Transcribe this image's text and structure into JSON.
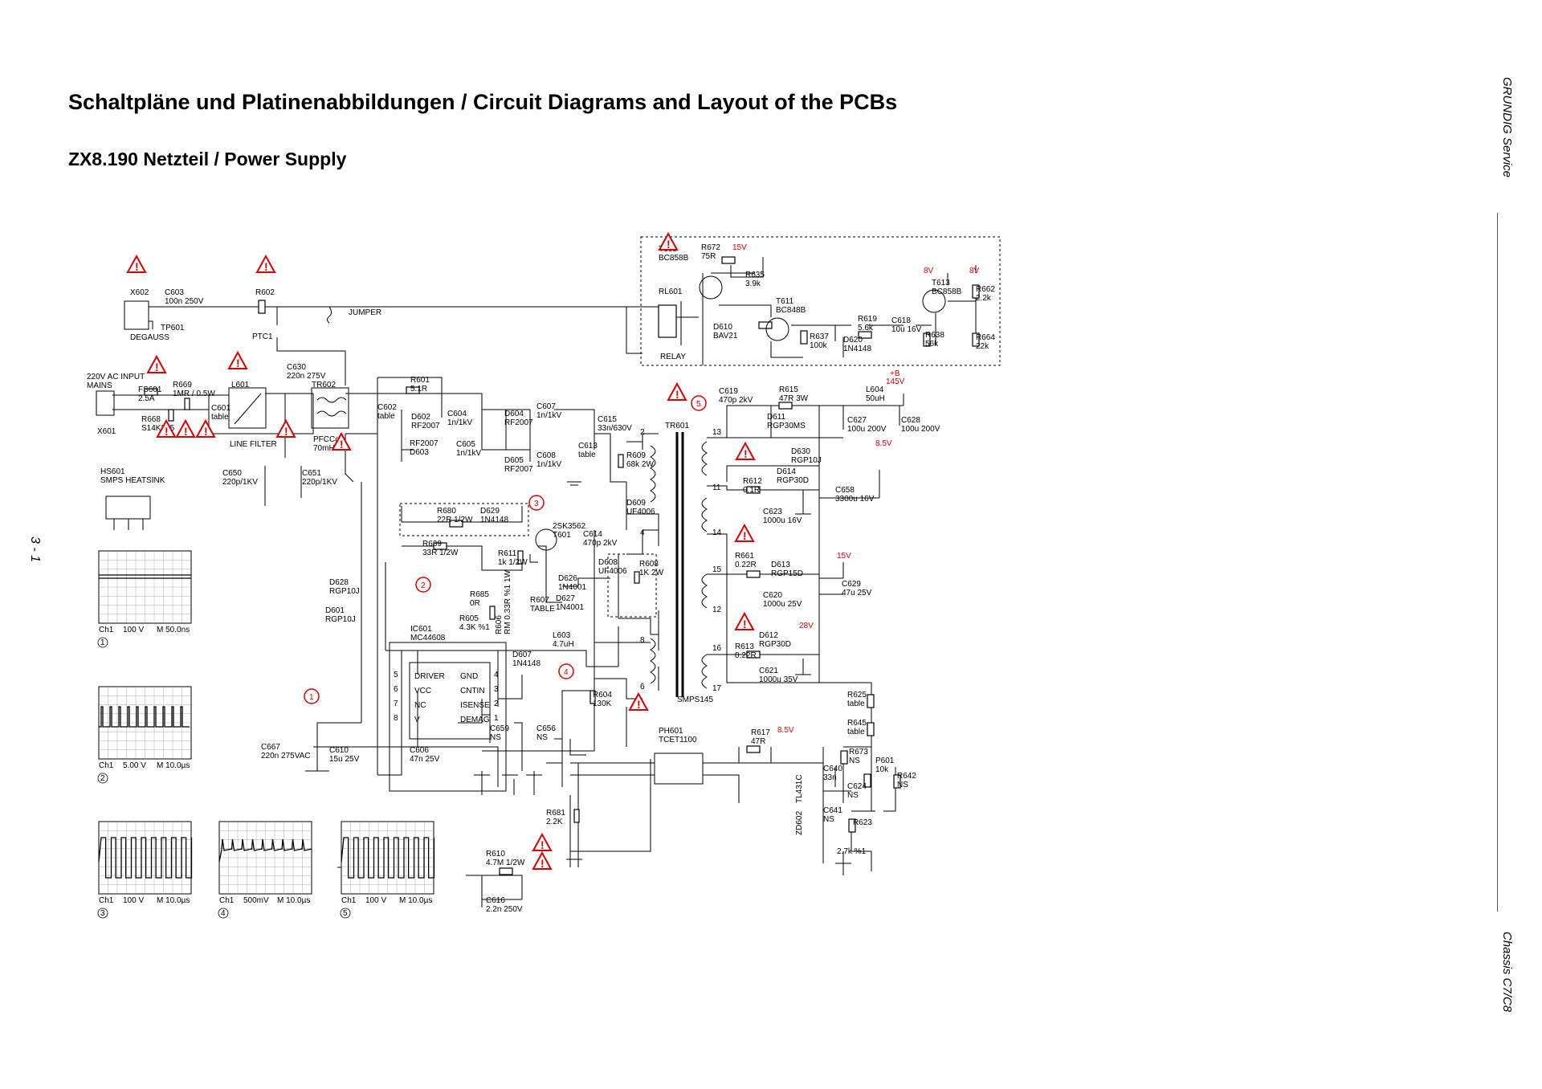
{
  "header": {
    "title": "Schaltpläne und Platinenabbildungen / Circuit Diagrams and Layout of the PCBs",
    "subtitle": "ZX8.190 Netzteil / Power Supply",
    "side_top": "GRUNDIG Service",
    "side_bottom": "Chassis C7/C8",
    "page_number": "3 - 1"
  },
  "colors": {
    "warning": "#d00000",
    "ink": "#000000"
  },
  "components": [
    {
      "id": "x602",
      "lines": [
        "X602"
      ]
    },
    {
      "id": "c603",
      "lines": [
        "C603",
        "100n 250V"
      ]
    },
    {
      "id": "r602",
      "lines": [
        "R602"
      ]
    },
    {
      "id": "degauss",
      "lines": [
        "DEGAUSS"
      ]
    },
    {
      "id": "tp601",
      "lines": [
        "TP601"
      ]
    },
    {
      "id": "ptc1",
      "lines": [
        "PTC1"
      ]
    },
    {
      "id": "jumper",
      "lines": [
        "JUMPER"
      ]
    },
    {
      "id": "mains",
      "lines": [
        "220V AC INPUT",
        "MAINS"
      ]
    },
    {
      "id": "x601",
      "lines": [
        "X601"
      ]
    },
    {
      "id": "fs601",
      "lines": [
        "FS601",
        "2.5A"
      ]
    },
    {
      "id": "r669",
      "lines": [
        "R669",
        "1MR / 0.5W"
      ]
    },
    {
      "id": "r668",
      "lines": [
        "R668",
        "S14K385"
      ]
    },
    {
      "id": "c601",
      "lines": [
        "C601",
        "table"
      ]
    },
    {
      "id": "l601",
      "lines": [
        "L601"
      ]
    },
    {
      "id": "linefilter",
      "lines": [
        "LINE FILTER"
      ]
    },
    {
      "id": "c630",
      "lines": [
        "C630",
        "220n 275V"
      ]
    },
    {
      "id": "tr602",
      "lines": [
        "TR602"
      ]
    },
    {
      "id": "pfccoil",
      "lines": [
        "PFCCoil",
        "70mH"
      ]
    },
    {
      "id": "c650",
      "lines": [
        "C650",
        "220p/1KV"
      ]
    },
    {
      "id": "c651",
      "lines": [
        "C651",
        "220p/1KV"
      ]
    },
    {
      "id": "hs601",
      "lines": [
        "HS601",
        "SMPS HEATSINK"
      ]
    },
    {
      "id": "r601",
      "lines": [
        "R601",
        "5.1R"
      ]
    },
    {
      "id": "c602",
      "lines": [
        "C602",
        "table"
      ]
    },
    {
      "id": "d602",
      "lines": [
        "D602",
        "RF2007"
      ]
    },
    {
      "id": "c604",
      "lines": [
        "C604",
        "1n/1kV"
      ]
    },
    {
      "id": "d604",
      "lines": [
        "D604",
        "RF2007"
      ]
    },
    {
      "id": "c607",
      "lines": [
        "C607",
        "1n/1kV"
      ]
    },
    {
      "id": "d603",
      "lines": [
        "RF2007",
        "D603"
      ]
    },
    {
      "id": "c605",
      "lines": [
        "C605",
        "1n/1kV"
      ]
    },
    {
      "id": "d605",
      "lines": [
        "D605",
        "RF2007"
      ]
    },
    {
      "id": "c608",
      "lines": [
        "C608",
        "1n/1kV"
      ]
    },
    {
      "id": "c615",
      "lines": [
        "C615",
        "33n/630V"
      ]
    },
    {
      "id": "c613",
      "lines": [
        "C613",
        "table"
      ]
    },
    {
      "id": "r609",
      "lines": [
        "R609",
        "68k 2W"
      ]
    },
    {
      "id": "r680",
      "lines": [
        "R680",
        "22R 1/2W"
      ]
    },
    {
      "id": "d629",
      "lines": [
        "D629",
        "1N4148"
      ]
    },
    {
      "id": "r639",
      "lines": [
        "R639",
        "33R 1/2W"
      ]
    },
    {
      "id": "t601",
      "lines": [
        "2SK3562",
        "T601"
      ]
    },
    {
      "id": "d609",
      "lines": [
        "D609",
        "UF4006"
      ]
    },
    {
      "id": "c614",
      "lines": [
        "C614",
        "470p 2kV"
      ]
    },
    {
      "id": "r611",
      "lines": [
        "R611",
        "1k 1/2W"
      ]
    },
    {
      "id": "d608",
      "lines": [
        "D608",
        "UF4006"
      ]
    },
    {
      "id": "r608",
      "lines": [
        "R608",
        "1K 2W"
      ]
    },
    {
      "id": "d628",
      "lines": [
        "D628",
        "RGP10J"
      ]
    },
    {
      "id": "d601",
      "lines": [
        "D601",
        "RGP10J"
      ]
    },
    {
      "id": "r685",
      "lines": [
        "R685",
        "0R"
      ]
    },
    {
      "id": "r606",
      "lines": [
        "R606",
        "RM 0.33R %1 1W"
      ]
    },
    {
      "id": "r607",
      "lines": [
        "R607",
        "TABLE"
      ]
    },
    {
      "id": "d626",
      "lines": [
        "D626",
        "1N4001"
      ]
    },
    {
      "id": "d627",
      "lines": [
        "D627",
        "1N4001"
      ]
    },
    {
      "id": "r605",
      "lines": [
        "R605",
        "4.3K %1"
      ]
    },
    {
      "id": "l603",
      "lines": [
        "L603",
        "4.7uH"
      ]
    },
    {
      "id": "d607",
      "lines": [
        "D607",
        "1N4148"
      ]
    },
    {
      "id": "ic601",
      "lines": [
        "IC601",
        "MC44608"
      ]
    },
    {
      "id": "r604",
      "lines": [
        "R604",
        "130K"
      ]
    },
    {
      "id": "c667",
      "lines": [
        "C667",
        "220n 275VAC"
      ]
    },
    {
      "id": "c610",
      "lines": [
        "C610",
        "15u 25V"
      ]
    },
    {
      "id": "c606",
      "lines": [
        "C606",
        "47n 25V"
      ]
    },
    {
      "id": "c659",
      "lines": [
        "C659",
        "NS"
      ]
    },
    {
      "id": "c656",
      "lines": [
        "C656",
        "NS"
      ]
    },
    {
      "id": "r681",
      "lines": [
        "R681",
        "2.2K"
      ]
    },
    {
      "id": "r610",
      "lines": [
        "R610",
        "4.7M 1/2W"
      ]
    },
    {
      "id": "c616",
      "lines": [
        "C616",
        "2.2n 250V"
      ]
    },
    {
      "id": "tr601",
      "lines": [
        "TR601"
      ]
    },
    {
      "id": "smps145",
      "lines": [
        "SMPS145"
      ]
    },
    {
      "id": "c619",
      "lines": [
        "C619",
        "470p 2kV"
      ]
    },
    {
      "id": "r615",
      "lines": [
        "R615",
        "47R 3W"
      ]
    },
    {
      "id": "d611",
      "lines": [
        "D611",
        "RGP30MS"
      ]
    },
    {
      "id": "l604",
      "lines": [
        "L604",
        "50uH"
      ]
    },
    {
      "id": "c627",
      "lines": [
        "C627",
        "100u 200V"
      ]
    },
    {
      "id": "c628",
      "lines": [
        "C628",
        "100u 200V"
      ]
    },
    {
      "id": "d630",
      "lines": [
        "D630",
        "RGP10J"
      ]
    },
    {
      "id": "d614",
      "lines": [
        "D614",
        "RGP30D"
      ]
    },
    {
      "id": "r612",
      "lines": [
        "R612",
        "0.1R"
      ]
    },
    {
      "id": "c623",
      "lines": [
        "C623",
        "1000u 16V"
      ]
    },
    {
      "id": "c658",
      "lines": [
        "C658",
        "3300u 16V"
      ]
    },
    {
      "id": "r661",
      "lines": [
        "R661",
        "0.22R"
      ]
    },
    {
      "id": "d613",
      "lines": [
        "D613",
        "RGP15D"
      ]
    },
    {
      "id": "c620",
      "lines": [
        "C620",
        "1000u 25V"
      ]
    },
    {
      "id": "c629",
      "lines": [
        "C629",
        "47u 25V"
      ]
    },
    {
      "id": "r613",
      "lines": [
        "R613",
        "0.22R"
      ]
    },
    {
      "id": "d612",
      "lines": [
        "D612",
        "RGP30D"
      ]
    },
    {
      "id": "c621",
      "lines": [
        "C621",
        "1000u 35V"
      ]
    },
    {
      "id": "r625",
      "lines": [
        "R625",
        "table"
      ]
    },
    {
      "id": "r645",
      "lines": [
        "R645",
        "table"
      ]
    },
    {
      "id": "ph601",
      "lines": [
        "PH601",
        "TCET1100"
      ]
    },
    {
      "id": "r617",
      "lines": [
        "R617",
        "47R"
      ]
    },
    {
      "id": "r673",
      "lines": [
        "R673",
        "NS"
      ]
    },
    {
      "id": "r601b",
      "lines": [
        "P601",
        "10k"
      ]
    },
    {
      "id": "r642",
      "lines": [
        "R642",
        "NS"
      ]
    },
    {
      "id": "c640",
      "lines": [
        "C640",
        "33n"
      ]
    },
    {
      "id": "c624",
      "lines": [
        "C624",
        "NS"
      ]
    },
    {
      "id": "tl431",
      "lines": [
        "TL431C"
      ]
    },
    {
      "id": "zd602",
      "lines": [
        "ZD602"
      ]
    },
    {
      "id": "c641",
      "lines": [
        "C641",
        "NS"
      ]
    },
    {
      "id": "r623",
      "lines": [
        "R623"
      ]
    },
    {
      "id": "r2k7",
      "lines": [
        "2.7k %1"
      ]
    },
    {
      "id": "t608",
      "lines": [
        "T608",
        "BC858B"
      ]
    },
    {
      "id": "rl601",
      "lines": [
        "RL601"
      ]
    },
    {
      "id": "relay",
      "lines": [
        "RELAY"
      ]
    },
    {
      "id": "r672",
      "lines": [
        "R672",
        "75R"
      ]
    },
    {
      "id": "r635",
      "lines": [
        "R635",
        "3.9k"
      ]
    },
    {
      "id": "d610",
      "lines": [
        "D610",
        "BAV21"
      ]
    },
    {
      "id": "t611",
      "lines": [
        "T611",
        "BC848B"
      ]
    },
    {
      "id": "r637",
      "lines": [
        "R637",
        "100k"
      ]
    },
    {
      "id": "d620",
      "lines": [
        "D620",
        "1N4148"
      ]
    },
    {
      "id": "r619",
      "lines": [
        "R619",
        "5.6k"
      ]
    },
    {
      "id": "c618",
      "lines": [
        "C618",
        "10u 16V"
      ]
    },
    {
      "id": "t613",
      "lines": [
        "T613",
        "BC858B"
      ]
    },
    {
      "id": "r638",
      "lines": [
        "R638",
        "56k"
      ]
    },
    {
      "id": "r662",
      "lines": [
        "R662",
        "2.2k"
      ]
    },
    {
      "id": "r664",
      "lines": [
        "R664",
        "22k"
      ]
    }
  ],
  "voltages": [
    {
      "id": "v15a",
      "text": "15V"
    },
    {
      "id": "v8a",
      "text": "8V"
    },
    {
      "id": "v8b",
      "text": "8V"
    },
    {
      "id": "vb",
      "text": "+B"
    },
    {
      "id": "v145",
      "text": "145V"
    },
    {
      "id": "v85a",
      "text": "8.5V"
    },
    {
      "id": "v15b",
      "text": "15V"
    },
    {
      "id": "v28",
      "text": "28V"
    },
    {
      "id": "v85b",
      "text": "8.5V"
    }
  ],
  "markers": [
    "1",
    "2",
    "3",
    "4",
    "5"
  ],
  "scopes": [
    {
      "marker": "1",
      "ch": "Ch1",
      "volts": "100 V",
      "time": "M 50.0ns"
    },
    {
      "marker": "2",
      "ch": "Ch1",
      "volts": "5.00 V",
      "time": "M 10.0µs"
    },
    {
      "marker": "3",
      "ch": "Ch1",
      "volts": "100 V",
      "time": "M 10.0µs"
    },
    {
      "marker": "4",
      "ch": "Ch1",
      "volts": "500mV",
      "time": "M 10.0µs"
    },
    {
      "marker": "5",
      "ch": "Ch1",
      "volts": "100 V",
      "time": "M 10.0µs"
    }
  ],
  "ic_pins": [
    {
      "num": "5",
      "left": "DRIVER",
      "right": "GND",
      "rnum": "4"
    },
    {
      "num": "6",
      "left": "VCC",
      "right": "CNTIN",
      "rnum": "3"
    },
    {
      "num": "7",
      "left": "NC",
      "right": "ISENSE",
      "rnum": "2"
    },
    {
      "num": "8",
      "left": "V",
      "right": "DEMAG",
      "rnum": "1"
    }
  ],
  "transformer_pins": [
    "2",
    "4",
    "13",
    "11",
    "14",
    "15",
    "12",
    "16",
    "17",
    "8",
    "6"
  ]
}
